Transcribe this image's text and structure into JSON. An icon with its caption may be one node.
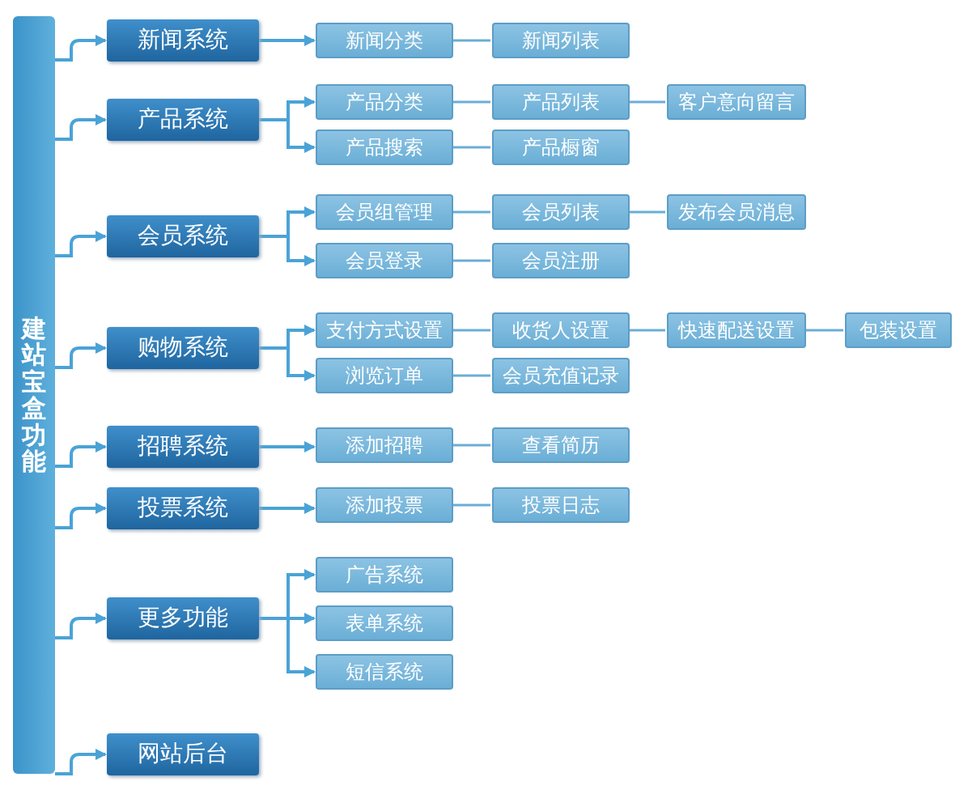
{
  "diagram": {
    "nodes": [
      {
        "text": [
          "建站宝盒功能"
        ]
      },
      {
        "text": [
          "新闻系统"
        ]
      },
      {
        "text": [
          "产品系统"
        ]
      },
      {
        "text": [
          "会员系统"
        ]
      },
      {
        "text": [
          "购物系统"
        ]
      },
      {
        "text": [
          "招聘系统"
        ]
      },
      {
        "text": [
          "投票系统"
        ]
      },
      {
        "text": [
          "更多功能"
        ]
      },
      {
        "text": [
          "网站后台"
        ]
      },
      {
        "text": [
          "新闻分类"
        ]
      },
      {
        "text": [
          "新闻列表"
        ]
      },
      {
        "text": [
          "产品分类"
        ]
      },
      {
        "text": [
          "产品列表"
        ]
      },
      {
        "text": [
          "客户意向留言"
        ]
      },
      {
        "text": [
          "产品搜索"
        ]
      },
      {
        "text": [
          "产品橱窗"
        ]
      },
      {
        "text": [
          "会员组管理"
        ]
      },
      {
        "text": [
          "会员列表"
        ]
      },
      {
        "text": [
          "发布会员消息"
        ]
      },
      {
        "text": [
          "会员登录"
        ]
      },
      {
        "text": [
          "会员注册"
        ]
      },
      {
        "text": [
          "支付方式设置"
        ]
      },
      {
        "text": [
          "收货人设置"
        ]
      },
      {
        "text": [
          "快速配送设置"
        ]
      },
      {
        "text": [
          "包装设置"
        ]
      },
      {
        "text": [
          "浏览订单"
        ]
      },
      {
        "text": [
          "会员充值记录"
        ]
      },
      {
        "text": [
          "添加招聘"
        ]
      },
      {
        "text": [
          "查看简历"
        ]
      },
      {
        "text": [
          "添加投票"
        ]
      },
      {
        "text": [
          "投票日志"
        ]
      },
      {
        "text": [
          "广告系统"
        ]
      },
      {
        "text": [
          "表单系统"
        ]
      },
      {
        "text": [
          "短信系统"
        ]
      }
    ],
    "edges": [
      {
        "from": 0,
        "to": 1,
        "arrow": "to"
      },
      {
        "from": 0,
        "to": 2,
        "arrow": "to"
      },
      {
        "from": 0,
        "to": 3,
        "arrow": "to"
      },
      {
        "from": 0,
        "to": 4,
        "arrow": "to"
      },
      {
        "from": 0,
        "to": 5,
        "arrow": "to"
      },
      {
        "from": 0,
        "to": 6,
        "arrow": "to"
      },
      {
        "from": 0,
        "to": 7,
        "arrow": "to"
      },
      {
        "from": 0,
        "to": 8,
        "arrow": "to"
      },
      {
        "from": 1,
        "to": 9,
        "arrow": "to"
      },
      {
        "from": 9,
        "to": 10,
        "arrow": "none"
      },
      {
        "from": 2,
        "to": 11,
        "arrow": "to"
      },
      {
        "from": 2,
        "to": 14,
        "arrow": "to"
      },
      {
        "from": 11,
        "to": 12,
        "arrow": "none"
      },
      {
        "from": 12,
        "to": 13,
        "arrow": "none"
      },
      {
        "from": 14,
        "to": 15,
        "arrow": "none"
      },
      {
        "from": 3,
        "to": 16,
        "arrow": "to"
      },
      {
        "from": 3,
        "to": 19,
        "arrow": "to"
      },
      {
        "from": 16,
        "to": 17,
        "arrow": "none"
      },
      {
        "from": 17,
        "to": 18,
        "arrow": "none"
      },
      {
        "from": 19,
        "to": 20,
        "arrow": "none"
      },
      {
        "from": 4,
        "to": 21,
        "arrow": "to"
      },
      {
        "from": 4,
        "to": 25,
        "arrow": "to"
      },
      {
        "from": 21,
        "to": 22,
        "arrow": "none"
      },
      {
        "from": 22,
        "to": 23,
        "arrow": "none"
      },
      {
        "from": 23,
        "to": 24,
        "arrow": "none"
      },
      {
        "from": 25,
        "to": 26,
        "arrow": "none"
      },
      {
        "from": 5,
        "to": 27,
        "arrow": "to"
      },
      {
        "from": 27,
        "to": 28,
        "arrow": "none"
      },
      {
        "from": 6,
        "to": 29,
        "arrow": "to"
      },
      {
        "from": 29,
        "to": 30,
        "arrow": "none"
      },
      {
        "from": 7,
        "to": 31,
        "arrow": "to"
      },
      {
        "from": 7,
        "to": 32,
        "arrow": "to"
      },
      {
        "from": 7,
        "to": 33,
        "arrow": "to"
      }
    ]
  }
}
